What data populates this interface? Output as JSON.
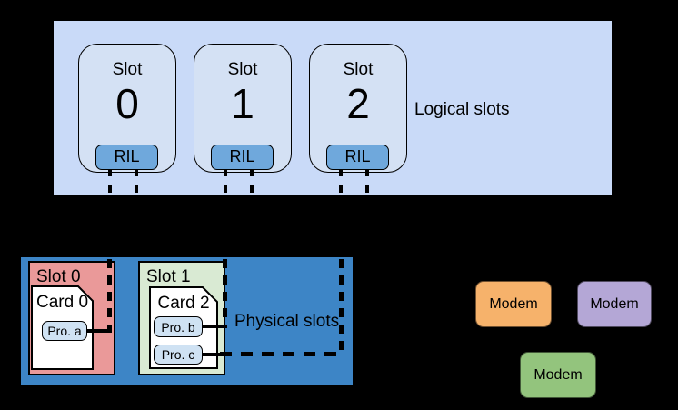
{
  "logical": {
    "label": "Logical slots",
    "slots": [
      {
        "title": "Slot",
        "number": "0",
        "ril": "RIL"
      },
      {
        "title": "Slot",
        "number": "1",
        "ril": "RIL"
      },
      {
        "title": "Slot",
        "number": "2",
        "ril": "RIL"
      }
    ]
  },
  "physical": {
    "label": "Physical slots",
    "slots": [
      {
        "label": "Slot 0",
        "card": {
          "label": "Card 0",
          "profiles": [
            "Pro. a"
          ]
        }
      },
      {
        "label": "Slot 1",
        "card": {
          "label": "Card 2",
          "profiles": [
            "Pro. b",
            "Pro. c"
          ]
        }
      }
    ]
  },
  "modems": [
    {
      "label": "Modem"
    },
    {
      "label": "Modem"
    },
    {
      "label": "Modem"
    }
  ],
  "colors": {
    "background": "#000000",
    "logical_container": "#c9daf8",
    "logical_slot": "#d4e1f4",
    "ril": "#6fa8dc",
    "physical_container": "#3d85c6",
    "physical_slot_0": "#ea9999",
    "physical_slot_1": "#d9ead3",
    "card": "#ffffff",
    "profile": "#cfe2f3",
    "modem_orange": "#f6b26b",
    "modem_purple": "#b4a7d6",
    "modem_green": "#93c47d",
    "connector": "#000000"
  }
}
